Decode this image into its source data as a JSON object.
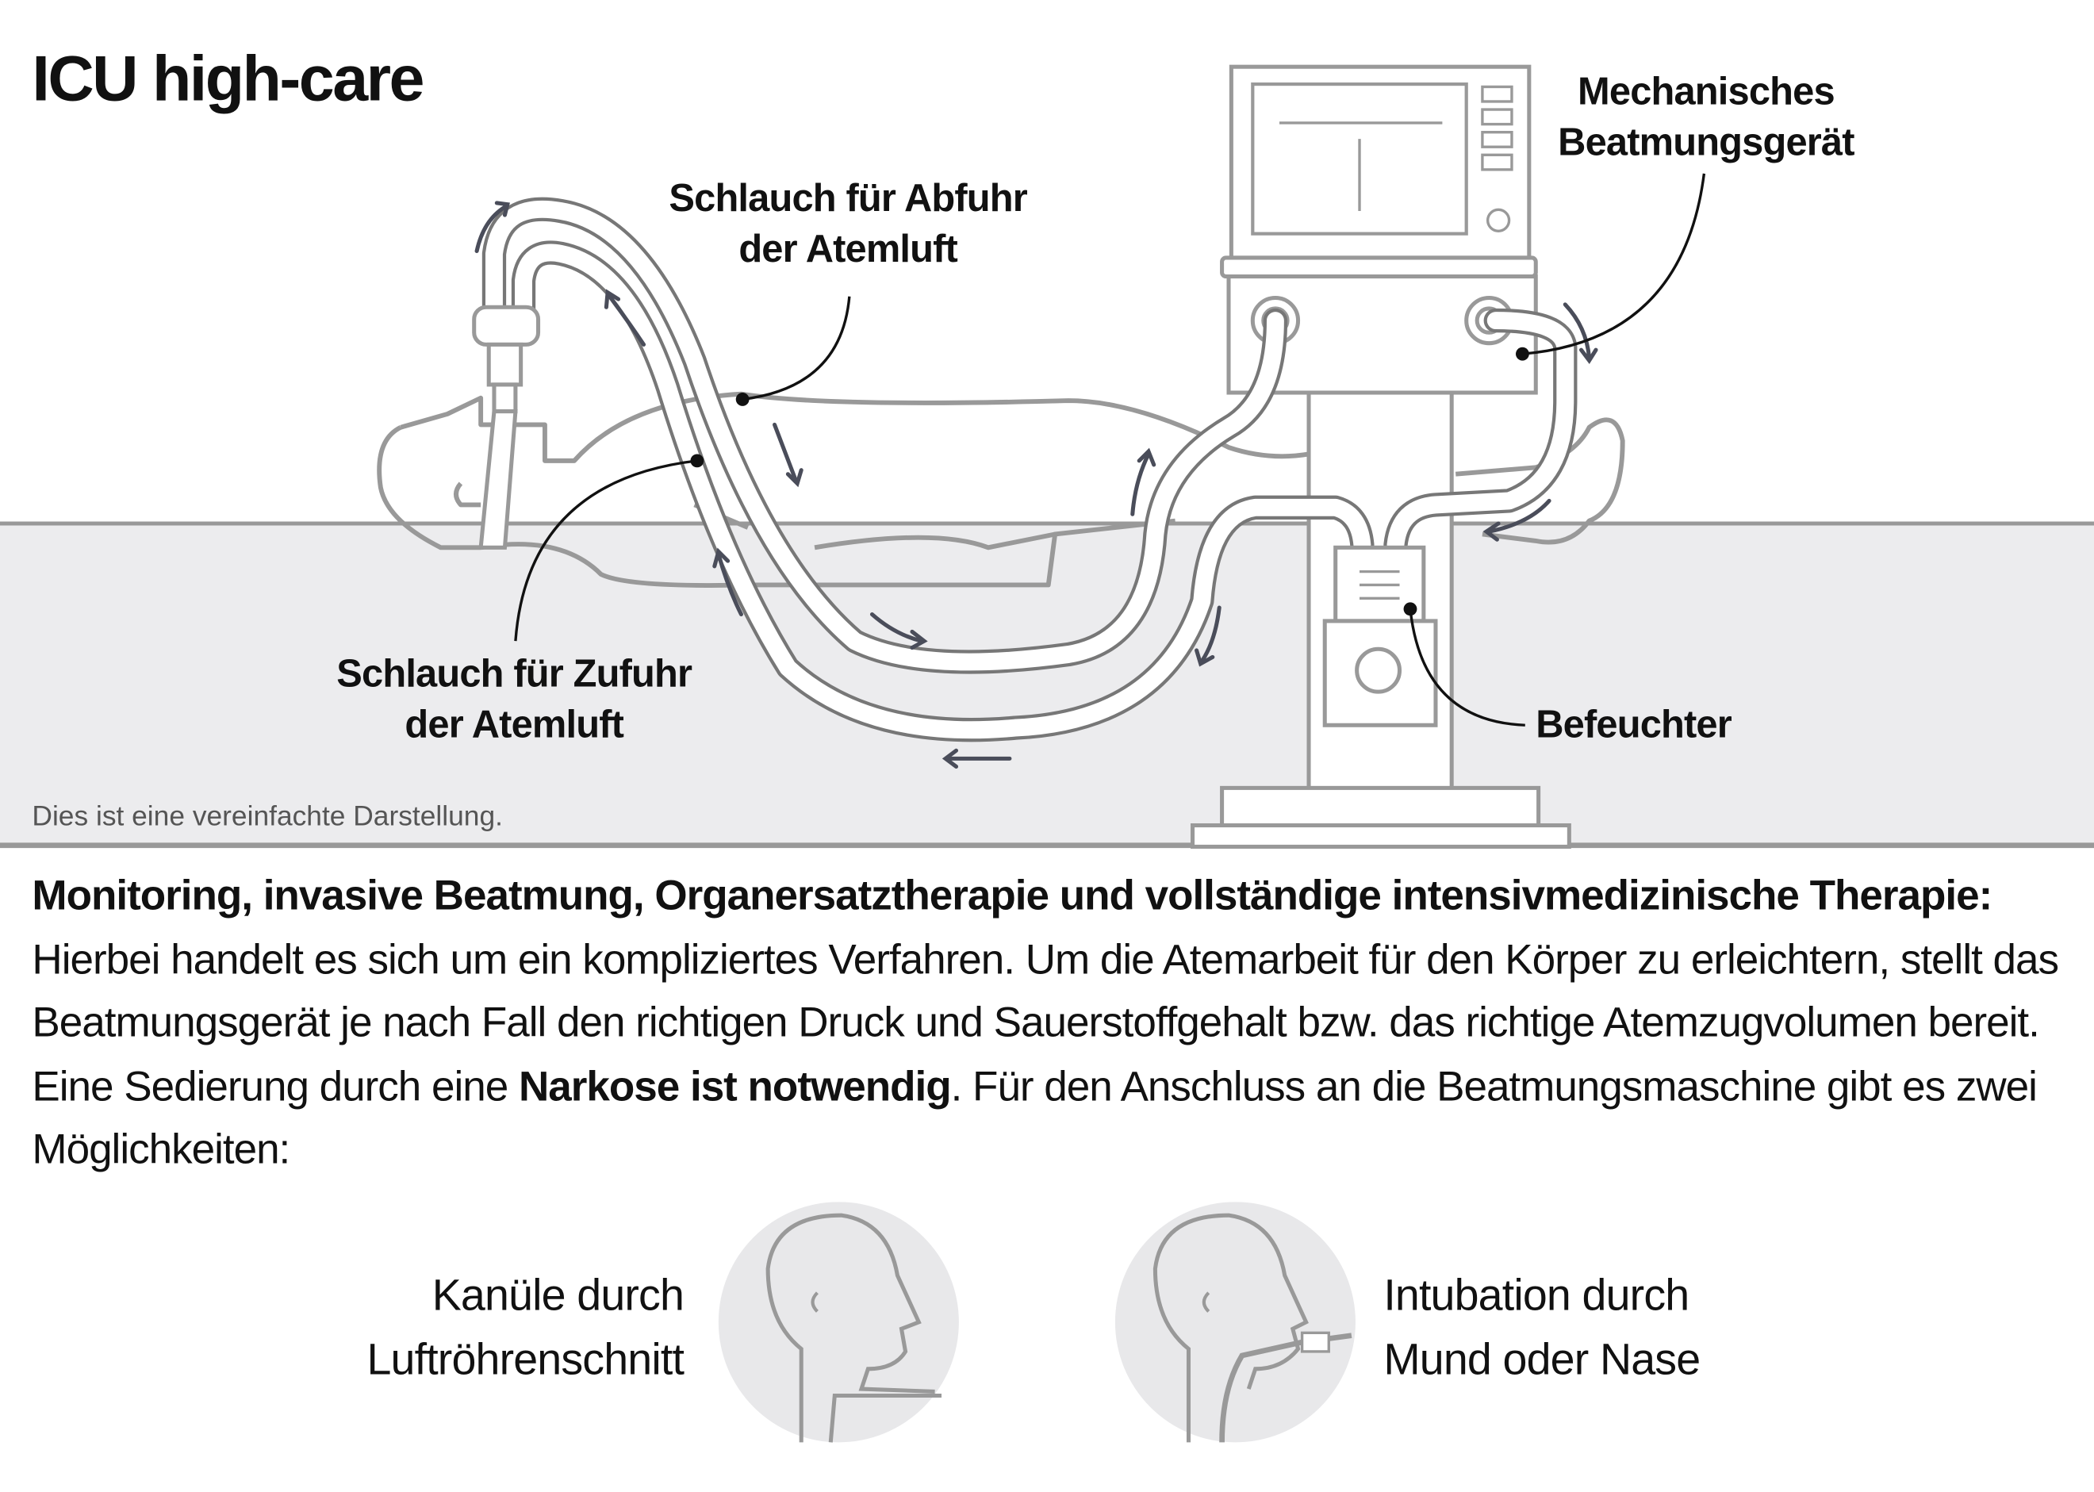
{
  "title": "ICU high-care",
  "labels": {
    "exhaust_tube": [
      "Schlauch für Abfuhr",
      "der Atemluft"
    ],
    "supply_tube": [
      "Schlauch für Zufuhr",
      "der Atemluft"
    ],
    "ventilator": [
      "Mechanisches",
      "Beatmungsgerät"
    ],
    "humidifier": "Befeuchter"
  },
  "footnote": "Dies ist eine vereinfachte Darstellung.",
  "paragraph": {
    "bold_intro": "Monitoring, invasive Beatmung, Organersatztherapie und vollständige intensivmedizinische Therapie:",
    "text1": " Hierbei handelt es sich um ein kompliziertes Verfahren. Um die Atemarbeit für den Körper zu erleichtern, stellt das Beatmungsgerät je nach Fall den richtigen Druck und Sauer­stoffgehalt bzw. das richtige Atemzugvolumen bereit. Eine Sedierung durch eine ",
    "bold_mid": "Narkose ist notwendig",
    "text2": ". Für den Anschluss an die Beatmungsmaschine gibt es zwei Möglichkeiten:"
  },
  "options": [
    {
      "lines": [
        "Kanüle durch",
        "Luftröhrenschnitt"
      ]
    },
    {
      "lines": [
        "Intubation durch",
        "Mund oder Nase"
      ]
    }
  ],
  "colors": {
    "floor": "#ececee",
    "outline": "#8e8e8e",
    "arrow": "#4a4d5a"
  }
}
